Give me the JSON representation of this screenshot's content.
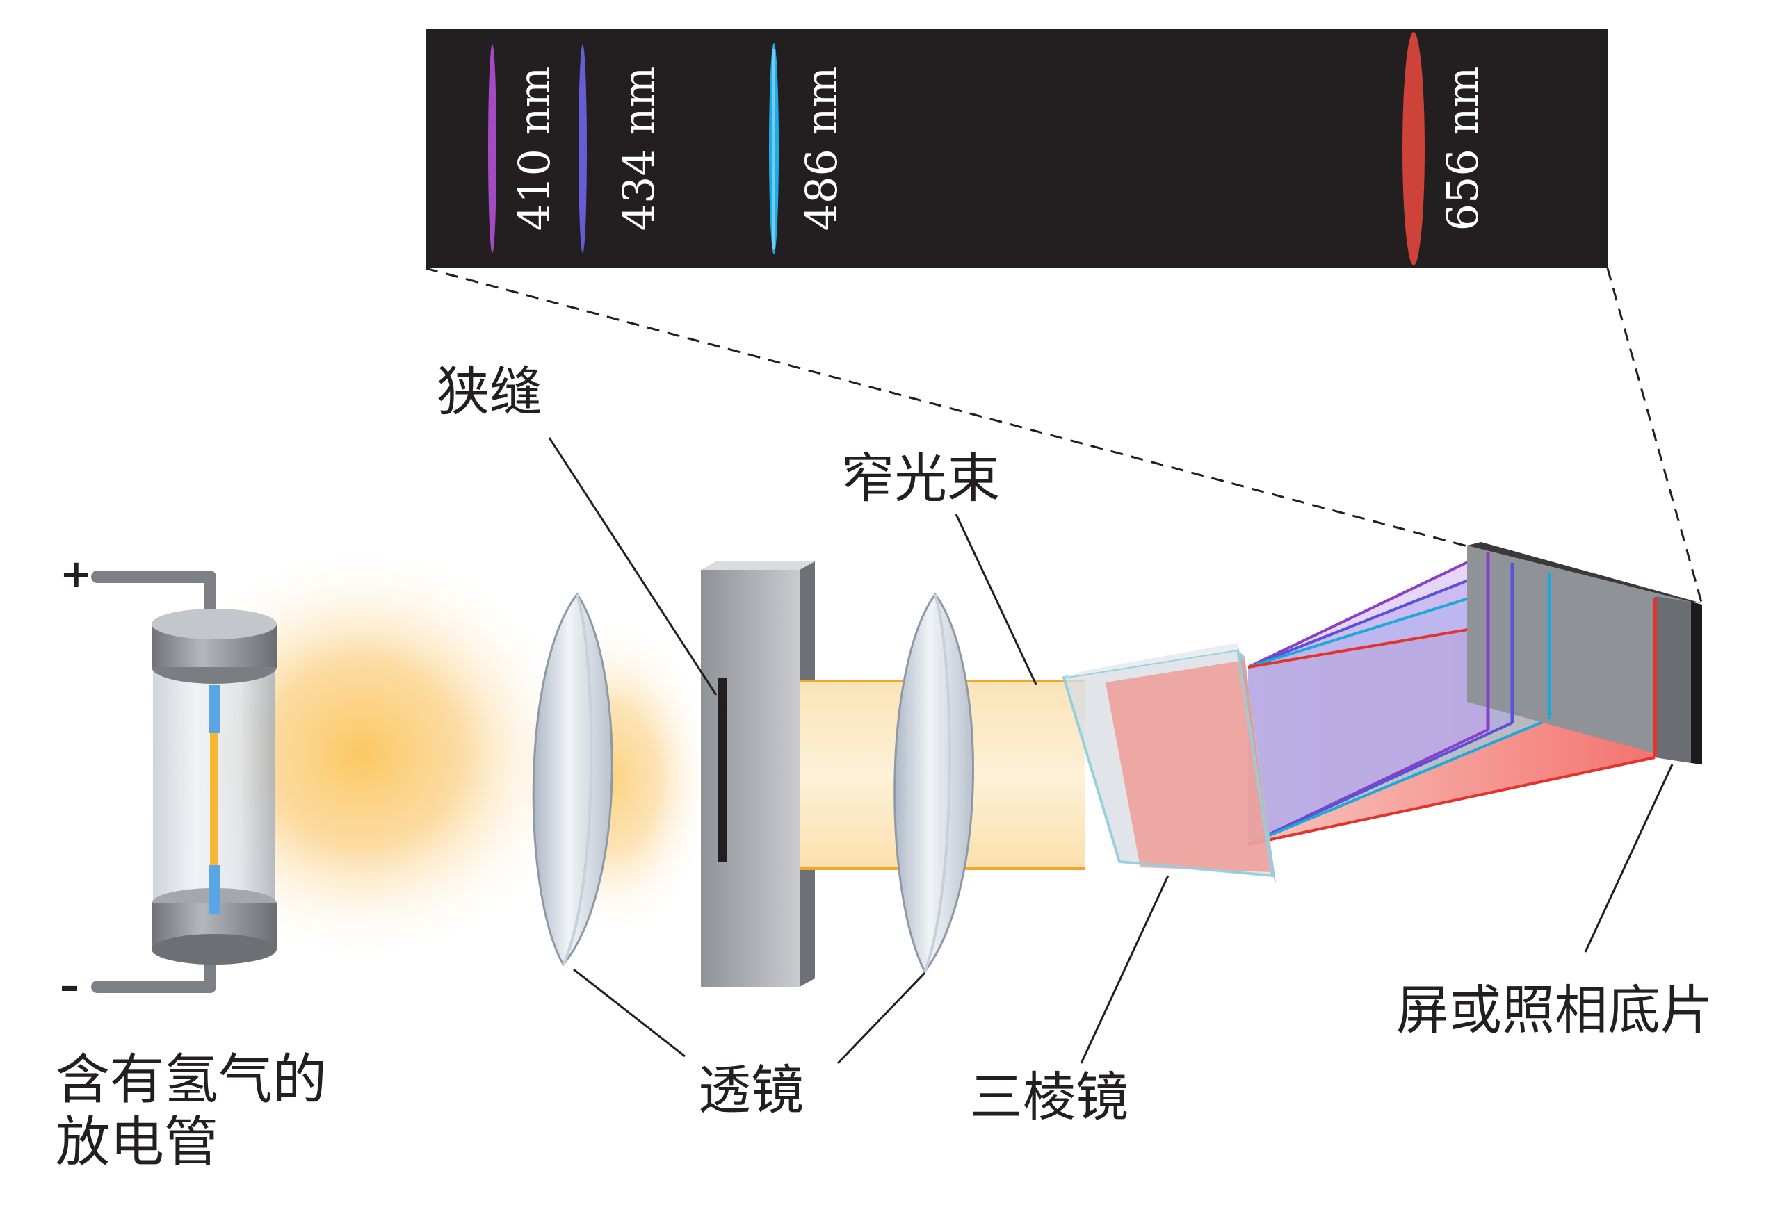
{
  "spectrum": {
    "lines": [
      {
        "wavelength": "410 nm",
        "color": "#b14fd6"
      },
      {
        "wavelength": "434 nm",
        "color": "#6e63e8"
      },
      {
        "wavelength": "486 nm",
        "color": "#22b3ee"
      },
      {
        "wavelength": "656 nm",
        "color": "#e0463c"
      }
    ]
  },
  "labels": {
    "tube_line1": "含有氢气的",
    "tube_line2": "放电管",
    "slit": "狭缝",
    "narrow_beam": "窄光束",
    "lens": "透镜",
    "prism": "三棱镜",
    "screen": "屏或照相底片"
  },
  "symbols": {
    "plus": "+",
    "minus": "–"
  },
  "colors": {
    "glow": "#f9b233",
    "beam": "#f8c873",
    "metal": "#9c9ea3",
    "red_beam": "#f26d6d"
  }
}
